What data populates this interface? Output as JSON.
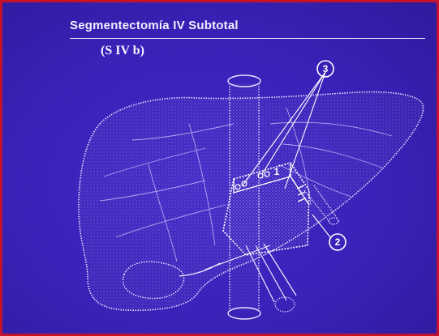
{
  "slide": {
    "title": "Segmentectomía IV Subtotal",
    "subtitle": "(S IV b)"
  },
  "callouts": {
    "one": "1",
    "two": "2",
    "three": "3"
  },
  "colors": {
    "background": "#3a21b8",
    "border": "#c4122b",
    "line": "#e6e3ff"
  }
}
